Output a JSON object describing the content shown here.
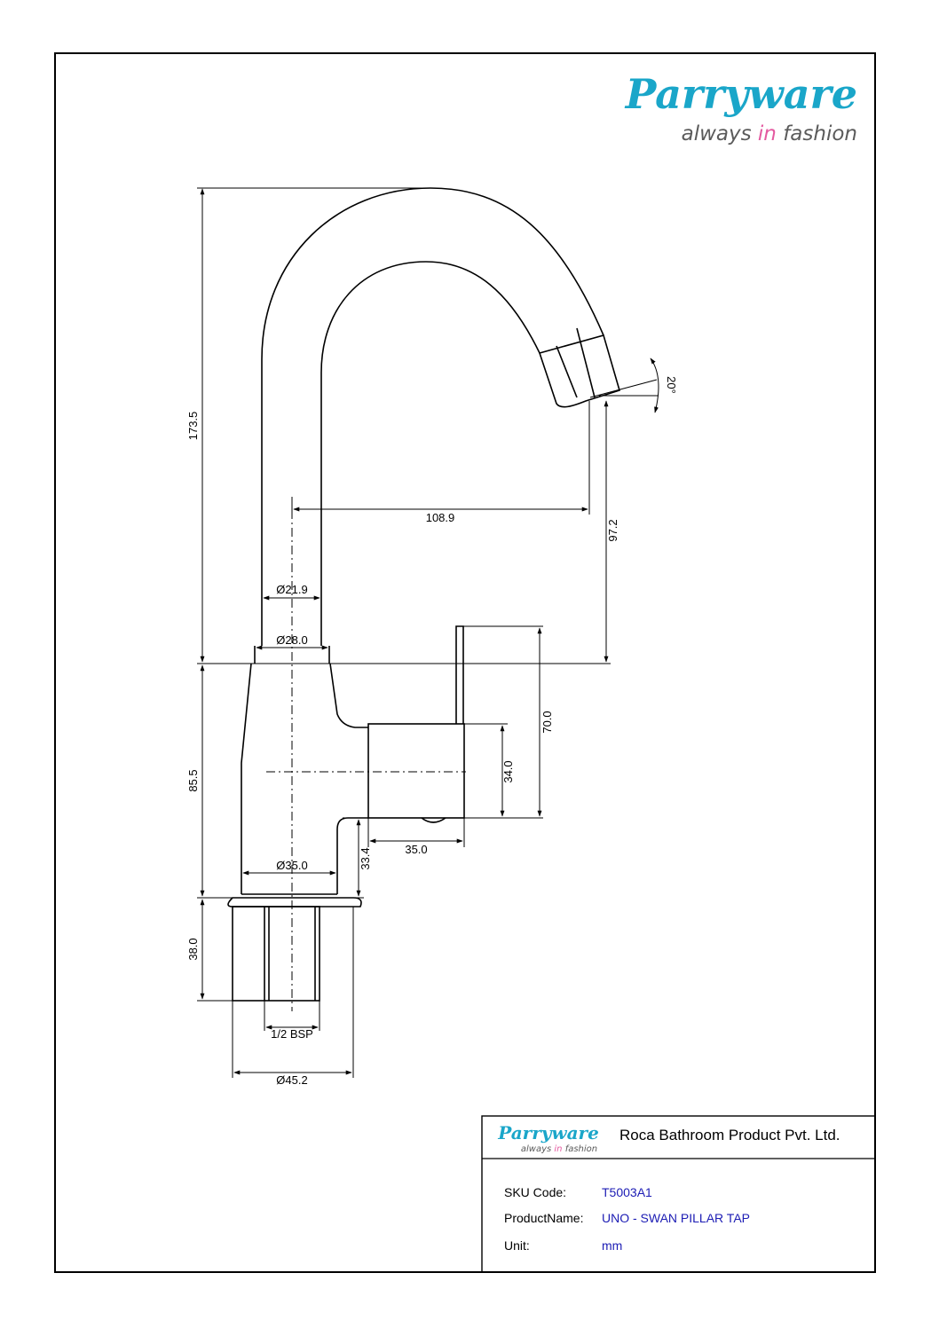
{
  "brand": {
    "name": "Parryware",
    "tagline_before": "always ",
    "tagline_mid": "in",
    "tagline_after": " fashion",
    "brand_color": "#1aa6c9",
    "tagline_color": "#5b5b5b",
    "accent_color": "#e45aa0"
  },
  "drawing": {
    "dimensions": {
      "overall_height": "173.5",
      "spout_reach": "108.9",
      "spout_outlet_height": "97.2",
      "pipe_diameter": "Ø21.9",
      "collar_diameter": "Ø28.0",
      "outlet_angle": "20°",
      "handle_height": "70.0",
      "handle_block": "34.0",
      "handle_depth": "35.0",
      "body_height": "85.5",
      "base_offset": "33.4",
      "body_diameter": "Ø35.0",
      "shank_length": "38.0",
      "thread_size": "1/2 BSP",
      "flange_diameter": "Ø45.2"
    }
  },
  "title_block": {
    "company": "Roca Bathroom Product Pvt. Ltd.",
    "rows": [
      {
        "label": "SKU Code:",
        "value": "T5003A1"
      },
      {
        "label": "ProductName:",
        "value": "UNO - SWAN PILLAR TAP"
      },
      {
        "label": "Unit:",
        "value": "mm"
      }
    ],
    "value_color": "#1c1cb4"
  }
}
